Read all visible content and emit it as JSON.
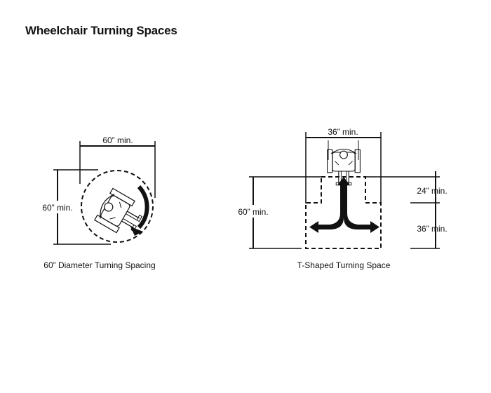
{
  "title": "Wheelchair Turning Spaces",
  "diagrams": [
    {
      "caption": "60” Diameter Turning Spacing",
      "width_label": "60” min.",
      "height_label": "60” min."
    },
    {
      "caption": "T-Shaped Turning Space",
      "width_label": "36” min.",
      "height_label": "60” min.",
      "upper_label": "24” min.",
      "lower_label": "36” min."
    }
  ],
  "colors": {
    "ink": "#111111",
    "background": "#ffffff"
  }
}
